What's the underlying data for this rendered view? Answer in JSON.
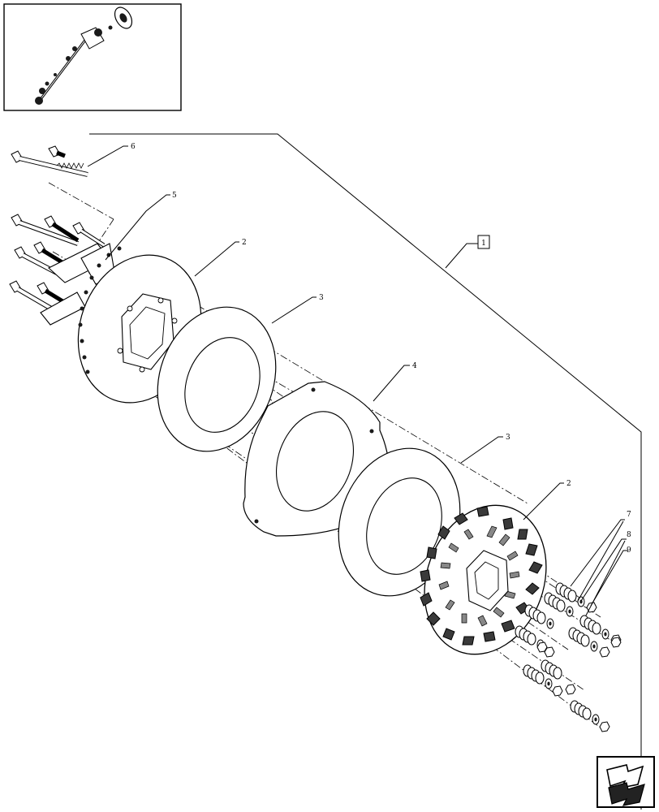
{
  "title": "",
  "callouts": {
    "assembly": "1",
    "c2_top": "2",
    "c3_top": "3",
    "c4": "4",
    "c3_bottom": "3",
    "c2_bottom": "2",
    "c5": "5",
    "c6": "6",
    "c7": "7",
    "c8": "8",
    "c9": "9"
  },
  "icons": {
    "inset": "assembly-location-thumbnail",
    "nav": "next-page-arrow-icon"
  }
}
